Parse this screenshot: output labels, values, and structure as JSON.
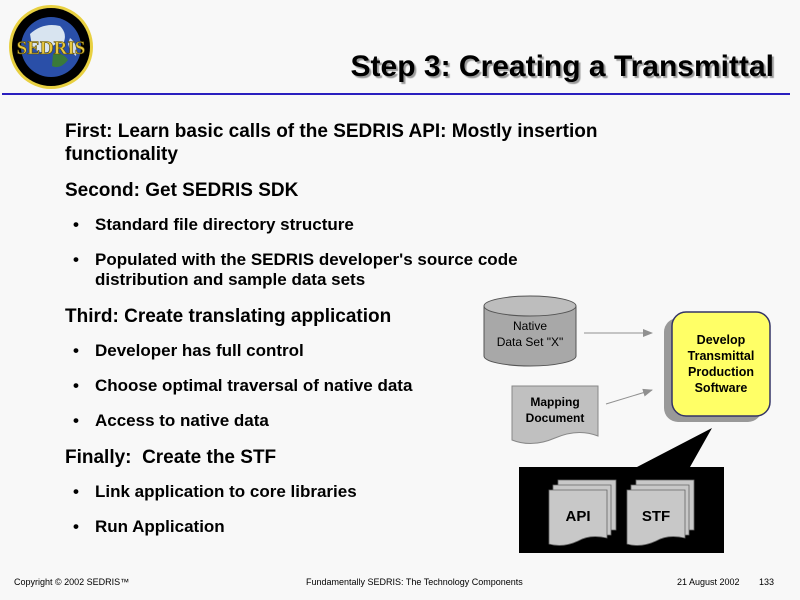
{
  "logo": {
    "text": "SEDRIS",
    "icon": "sedris-globe-logo"
  },
  "header": {
    "title": "Step 3: Creating a Transmittal"
  },
  "content": {
    "sections": [
      {
        "heading": "First: Learn basic calls of the SEDRIS API: Mostly insertion functionality",
        "bullets": []
      },
      {
        "heading": "Second: Get SEDRIS SDK",
        "bullets": [
          "Standard file directory structure",
          "Populated with the SEDRIS developer's source code distribution and sample data sets"
        ]
      },
      {
        "heading": "Third: Create translating application",
        "bullets": [
          "Developer has full control",
          "Choose optimal traversal of native data",
          "Access to native data"
        ]
      },
      {
        "heading": "Finally:  Create the STF",
        "bullets": [
          "Link application to core libraries",
          "Run Application"
        ]
      }
    ]
  },
  "diagram": {
    "native_data": [
      "Native",
      "Data Set \"X\""
    ],
    "mapping_doc": [
      "Mapping",
      "Document"
    ],
    "develop_box": [
      "Develop",
      "Transmittal",
      "Production",
      "Software"
    ],
    "api_label": "API",
    "stf_label": "STF",
    "colors": {
      "yellow": "#ffff66",
      "gray": "#c0c0c0",
      "black": "#000000"
    }
  },
  "footer": {
    "copyright": "Copyright © 2002 SEDRIS™",
    "center": "Fundamentally SEDRIS: The Technology Components",
    "date": "21 August 2002",
    "page": "133"
  }
}
